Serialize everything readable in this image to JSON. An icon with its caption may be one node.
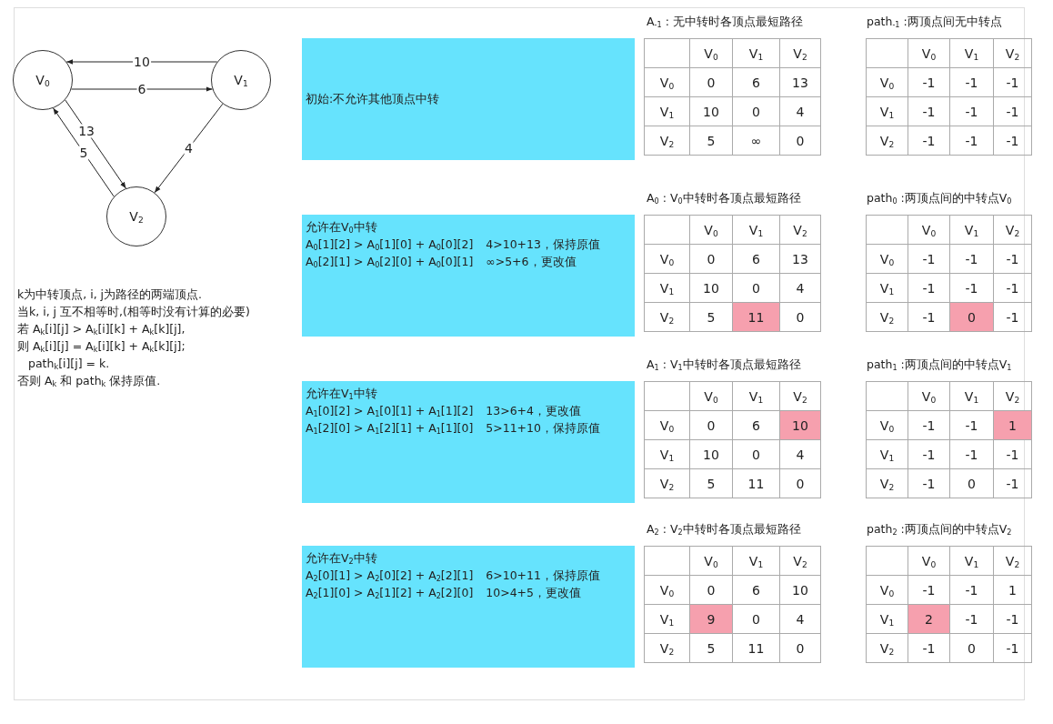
{
  "diagram": {
    "nodes": [
      {
        "text": [
          "V$_{0}$"
        ]
      },
      {
        "text": [
          "V$_{1}$"
        ]
      },
      {
        "text": [
          "V$_{2}$"
        ]
      },
      {
        "text": [
          "初始:不允许其他顶点中转"
        ]
      },
      {
        "text": [
          "允许在V$_{0}$中转",
          "A$_{0}$[1][2] > A$_{0}$[1][0] + A$_{0}$[0][2]",
          "4>10+13，保持原值",
          "A$_{0}$[2][1] > A$_{0}$[2][0] + A$_{0}$[0][1]",
          "∞>5+6，更改值"
        ]
      },
      {
        "text": [
          "允许在V$_{1}$中转",
          "A$_{1}$[0][2] > A$_{1}$[0][1] + A$_{1}$[1][2]",
          "13>6+4，更改值",
          "A$_{1}$[2][0] > A$_{1}$[2][1] + A$_{1}$[1][0]",
          "5>11+10，保持原值"
        ]
      },
      {
        "text": [
          "允许在V$_{2}$中转",
          "A$_{2}$[0][1] > A$_{2}$[0][2] + A$_{2}$[2][1]",
          "6>10+11，保持原值",
          "A$_{2}$[1][0] > A$_{2}$[1][2] + A$_{2}$[2][0]",
          "10>4+5，更改值"
        ]
      }
    ],
    "edges": [
      {
        "from": 1,
        "to": 0,
        "arrow": "to",
        "label": "10"
      },
      {
        "from": 0,
        "to": 1,
        "arrow": "to",
        "label": "6"
      },
      {
        "from": 0,
        "to": 2,
        "arrow": "to",
        "label": "13"
      },
      {
        "from": 2,
        "to": 0,
        "arrow": "to",
        "label": "5"
      },
      {
        "from": 1,
        "to": 2,
        "arrow": "to",
        "label": "4"
      }
    ],
    "labels": [
      "k为中转顶点, i, j为路径的两端顶点.",
      "当k, i, j 互不相等时,(相等时没有计算的必要)",
      "若 A$_{k}$[i][j] > A$_{k}$[i][k] + A$_{k}$[k][j],",
      "则 A$_{k}$[i][j] = A$_{k}$[i][k] + A$_{k}$[k][j];",
      "path$_{k}$[i][j] = k.",
      "否则 A$_{k}$ 和 path$_{k}$ 保持原值.",
      "A$_{-1}$ : 无中转时各顶点最短路径",
      "path$_{-1}$ :两顶点间无中转点",
      "V$_{0}$",
      "V$_{1}$",
      "V$_{2}$",
      "V$_{0}$",
      "0",
      "6",
      "13",
      "V$_{1}$",
      "10",
      "0",
      "4",
      "V$_{2}$",
      "5",
      "∞",
      "0",
      "V$_{0}$",
      "V$_{1}$",
      "V$_{2}$",
      "V$_{0}$",
      "-1",
      "-1",
      "-1",
      "V$_{1}$",
      "-1",
      "-1",
      "-1",
      "V$_{2}$",
      "-1",
      "-1",
      "-1",
      "A$_{0}$ : V$_{0}$中转时各顶点最短路径",
      "path$_{0}$ :两顶点间的中转点V$_{0}$",
      "V$_{0}$",
      "V$_{1}$",
      "V$_{2}$",
      "V$_{0}$",
      "0",
      "6",
      "13",
      "V$_{1}$",
      "10",
      "0",
      "4",
      "V$_{2}$",
      "5",
      "11",
      "0",
      "V$_{0}$",
      "V$_{1}$",
      "V$_{2}$",
      "V$_{0}$",
      "-1",
      "-1",
      "-1",
      "V$_{1}$",
      "-1",
      "-1",
      "-1",
      "V$_{2}$",
      "-1",
      "0",
      "-1",
      "A$_{1}$ : V$_{1}$中转时各顶点最短路径",
      "path$_{1}$ :两顶点间的中转点V$_{1}$",
      "V$_{0}$",
      "V$_{1}$",
      "V$_{2}$",
      "V$_{0}$",
      "0",
      "6",
      "10",
      "V$_{1}$",
      "10",
      "0",
      "4",
      "V$_{2}$",
      "5",
      "11",
      "0",
      "V$_{0}$",
      "V$_{1}$",
      "V$_{2}$",
      "V$_{0}$",
      "-1",
      "-1",
      "1",
      "V$_{1}$",
      "-1",
      "-1",
      "-1",
      "V$_{2}$",
      "-1",
      "0",
      "-1",
      "A$_{2}$ : V$_{2}$中转时各顶点最短路径",
      "path$_{2}$ :两顶点间的中转点V$_{2}$",
      "V$_{0}$",
      "V$_{1}$",
      "V$_{2}$",
      "V$_{0}$",
      "0",
      "6",
      "10",
      "V$_{1}$",
      "9",
      "0",
      "4",
      "V$_{2}$",
      "5",
      "11",
      "0",
      "V$_{0}$",
      "V$_{1}$",
      "V$_{2}$",
      "V$_{0}$",
      "-1",
      "-1",
      "1",
      "V$_{1}$",
      "2",
      "-1",
      "-1",
      "V$_{2}$",
      "-1",
      "0",
      "-1"
    ]
  }
}
